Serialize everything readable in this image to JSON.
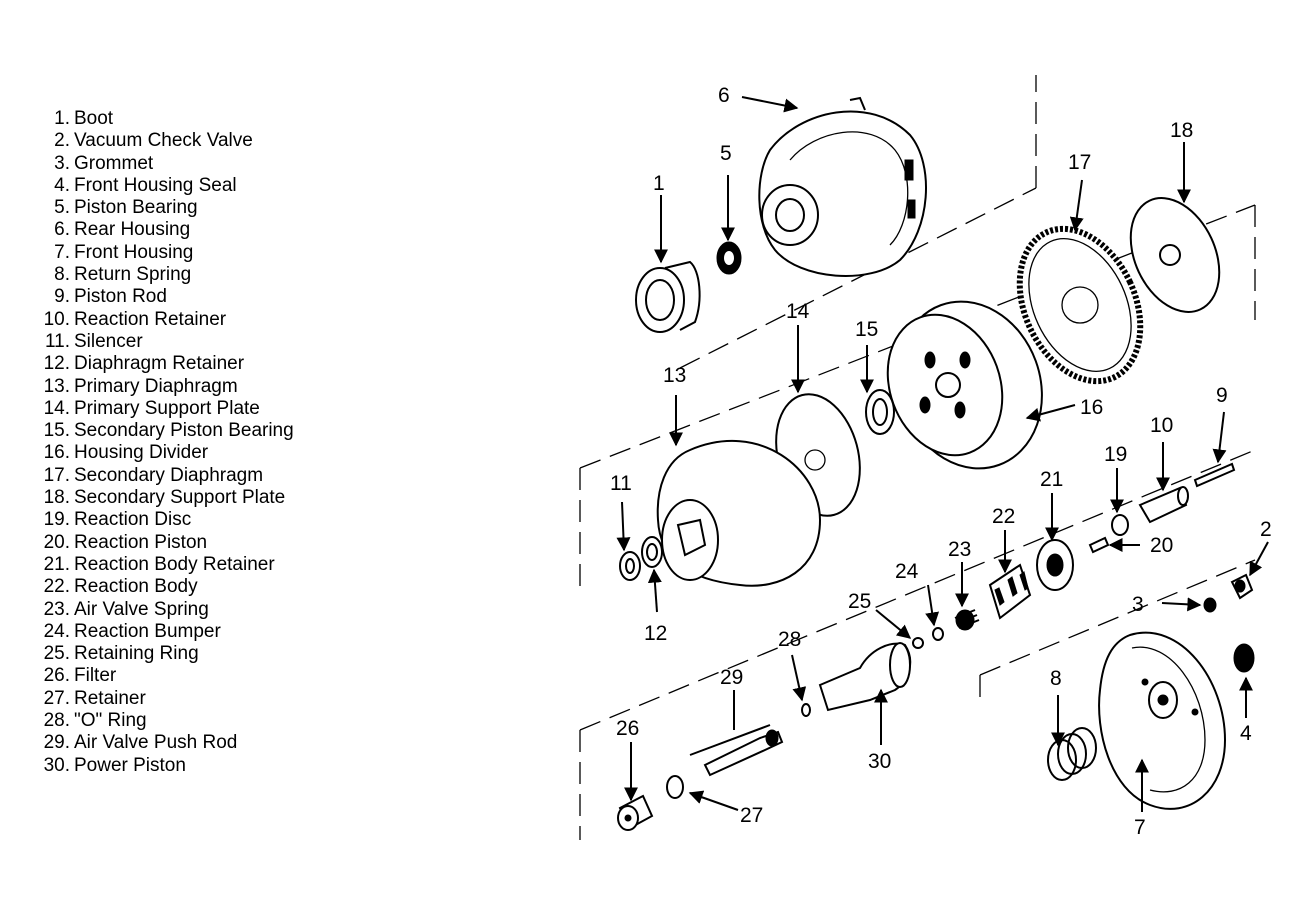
{
  "legend": [
    {
      "num": "1.",
      "label": "Boot"
    },
    {
      "num": "2.",
      "label": "Vacuum Check Valve"
    },
    {
      "num": "3.",
      "label": "Grommet"
    },
    {
      "num": "4.",
      "label": "Front Housing Seal"
    },
    {
      "num": "5.",
      "label": "Piston Bearing"
    },
    {
      "num": "6.",
      "label": "Rear Housing"
    },
    {
      "num": "7.",
      "label": "Front Housing"
    },
    {
      "num": "8.",
      "label": "Return Spring"
    },
    {
      "num": "9.",
      "label": "Piston Rod"
    },
    {
      "num": "10.",
      "label": "Reaction Retainer"
    },
    {
      "num": "11.",
      "label": "Silencer"
    },
    {
      "num": "12.",
      "label": "Diaphragm Retainer"
    },
    {
      "num": "13.",
      "label": "Primary Diaphragm"
    },
    {
      "num": "14.",
      "label": "Primary Support Plate"
    },
    {
      "num": "15.",
      "label": "Secondary Piston Bearing"
    },
    {
      "num": "16.",
      "label": "Housing Divider"
    },
    {
      "num": "17.",
      "label": "Secondary Diaphragm"
    },
    {
      "num": "18.",
      "label": "Secondary Support Plate"
    },
    {
      "num": "19.",
      "label": "Reaction Disc"
    },
    {
      "num": "20.",
      "label": "Reaction Piston"
    },
    {
      "num": "21.",
      "label": "Reaction Body Retainer"
    },
    {
      "num": "22.",
      "label": "Reaction Body"
    },
    {
      "num": "23.",
      "label": "Air Valve Spring"
    },
    {
      "num": "24.",
      "label": "Reaction Bumper"
    },
    {
      "num": "25.",
      "label": "Retaining Ring"
    },
    {
      "num": "26.",
      "label": "Filter"
    },
    {
      "num": "27.",
      "label": "Retainer"
    },
    {
      "num": "28.",
      "label": "\"O\" Ring"
    },
    {
      "num": "29.",
      "label": "Air Valve Push Rod"
    },
    {
      "num": "30.",
      "label": "Power Piston"
    }
  ],
  "callouts": {
    "c1": "1",
    "c2": "2",
    "c3": "3",
    "c4": "4",
    "c5": "5",
    "c6": "6",
    "c7": "7",
    "c8": "8",
    "c9": "9",
    "c10": "10",
    "c11": "11",
    "c12": "12",
    "c13": "13",
    "c14": "14",
    "c15": "15",
    "c16": "16",
    "c17": "17",
    "c18": "18",
    "c19": "19",
    "c20": "20",
    "c21": "21",
    "c22": "22",
    "c23": "23",
    "c24": "24",
    "c25": "25",
    "c26": "26",
    "c27": "27",
    "c28": "28",
    "c29": "29",
    "c30": "30"
  }
}
